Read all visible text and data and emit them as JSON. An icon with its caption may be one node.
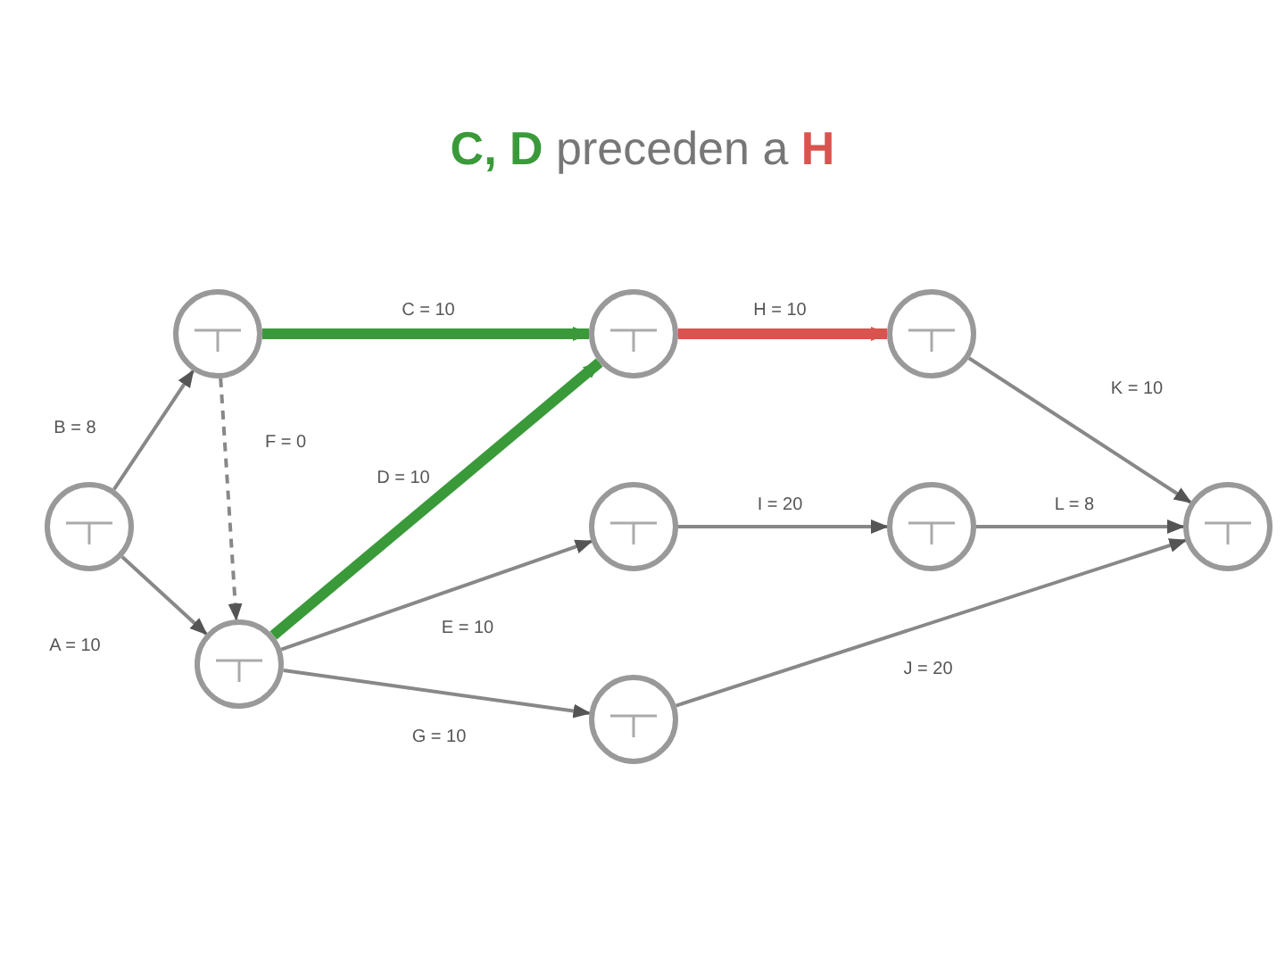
{
  "diagram": {
    "title": "C, D preceden a H",
    "nodes": [
      {
        "text": [],
        "shape": "circle"
      },
      {
        "text": [],
        "shape": "circle"
      },
      {
        "text": [],
        "shape": "circle"
      },
      {
        "text": [],
        "shape": "circle"
      },
      {
        "text": [],
        "shape": "circle"
      },
      {
        "text": [],
        "shape": "circle"
      },
      {
        "text": [],
        "shape": "circle"
      },
      {
        "text": [],
        "shape": "circle"
      },
      {
        "text": [],
        "shape": "circle"
      }
    ],
    "edges": [
      {
        "from": 0,
        "to": 1,
        "arrow": "to",
        "label": "B = 8"
      },
      {
        "from": 0,
        "to": 2,
        "arrow": "to",
        "label": "A = 10"
      },
      {
        "from": 1,
        "to": 2,
        "arrow": "to",
        "label": "F = 0",
        "style": "dashed"
      },
      {
        "from": 1,
        "to": 3,
        "arrow": "to",
        "label": "C = 10",
        "style": "thick",
        "color": "#3a9a3a"
      },
      {
        "from": 2,
        "to": 3,
        "arrow": "to",
        "label": "D = 10",
        "style": "thick",
        "color": "#3a9a3a"
      },
      {
        "from": 2,
        "to": 4,
        "arrow": "to",
        "label": "E = 10"
      },
      {
        "from": 2,
        "to": 5,
        "arrow": "to",
        "label": "G = 10"
      },
      {
        "from": 3,
        "to": 6,
        "arrow": "to",
        "label": "H = 10",
        "style": "thick",
        "color": "#d9534f"
      },
      {
        "from": 4,
        "to": 7,
        "arrow": "to",
        "label": "I = 20"
      },
      {
        "from": 6,
        "to": 8,
        "arrow": "to",
        "label": "K = 10"
      },
      {
        "from": 7,
        "to": 8,
        "arrow": "to",
        "label": "L = 8"
      },
      {
        "from": 5,
        "to": 8,
        "arrow": "to",
        "label": "J = 20"
      }
    ]
  }
}
